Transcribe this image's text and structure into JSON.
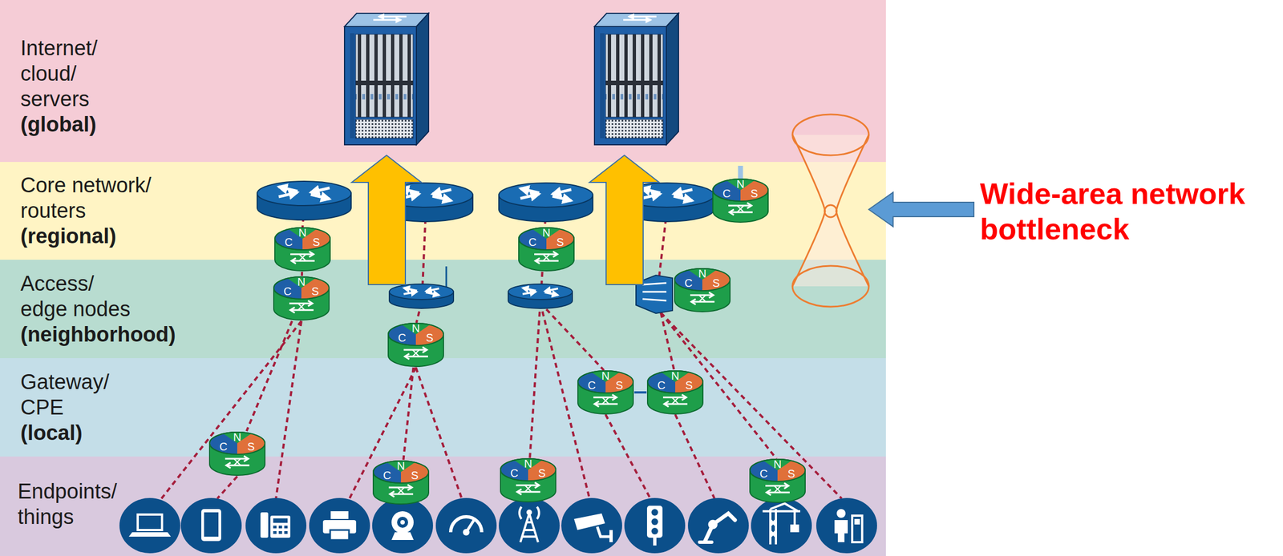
{
  "diagram": {
    "nodes": [
      {
        "text": [
          "Internet/ cloud/ servers",
          "(global)"
        ]
      },
      {
        "text": [
          "Core network/ routers",
          "(regional)"
        ]
      },
      {
        "text": [
          "Access/ edge nodes",
          "(neighborhood)"
        ]
      },
      {
        "text": [
          "Gateway/ CPE",
          "(local)"
        ]
      },
      {
        "text": [
          "Endpoints/ things"
        ]
      },
      {
        "text": [
          "N",
          "C",
          "S"
        ],
        "in": 1
      },
      {
        "text": [
          "N",
          "C",
          "S"
        ],
        "in": 1
      },
      {
        "text": [
          "N",
          "C",
          "S"
        ],
        "in": 1
      },
      {
        "text": [
          "N",
          "C",
          "S"
        ],
        "in": 2
      },
      {
        "text": [
          "N",
          "C",
          "S"
        ],
        "in": 2
      },
      {
        "text": [
          "N",
          "C",
          "S"
        ],
        "in": 2
      },
      {
        "text": [
          "N",
          "C",
          "S"
        ],
        "in": 3
      },
      {
        "text": [
          "N",
          "C",
          "S"
        ],
        "in": 3
      },
      {
        "text": [
          "N",
          "C",
          "S"
        ],
        "in": 3
      },
      {
        "text": [
          "N",
          "C",
          "S"
        ],
        "in": 4
      },
      {
        "text": [
          "N",
          "C",
          "S"
        ],
        "in": 4
      },
      {
        "text": [
          "N",
          "C",
          "S"
        ],
        "in": 4
      }
    ],
    "edges": [
      {
        "from": 5,
        "to": 8,
        "arrow": "none"
      },
      {
        "from": 8,
        "to": 11,
        "arrow": "none"
      },
      {
        "from": 9,
        "to": 14,
        "arrow": "none"
      },
      {
        "from": 12,
        "to": 13,
        "arrow": "none"
      }
    ],
    "labels": [
      "Wide-area network bottleneck"
    ]
  }
}
